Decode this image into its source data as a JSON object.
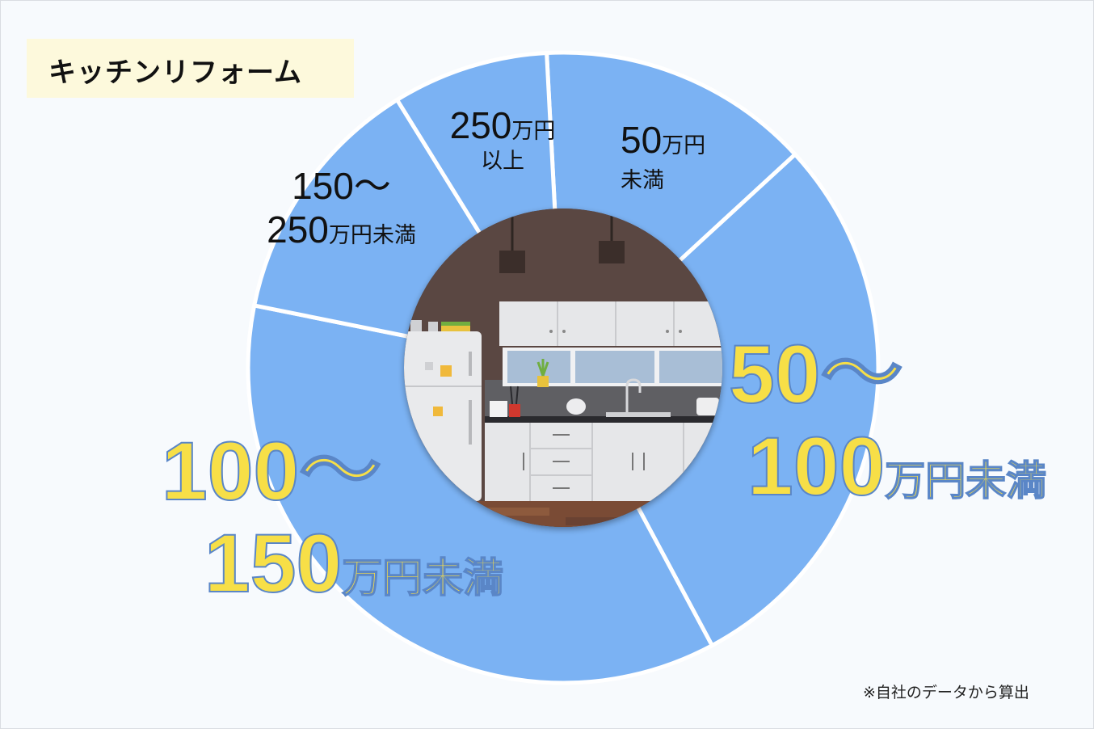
{
  "title": "キッチンリフォーム",
  "footnote": "※自社のデータから算出",
  "colors": {
    "slice": "#7bb2f3",
    "separator": "#ffffff",
    "highlight_text": "#f7df47",
    "highlight_outline": "#5a86c7",
    "title_bg": "#fdf9dc"
  },
  "chart_data": {
    "type": "pie",
    "style": "donut",
    "legend": "none",
    "categories": [
      "50万円未満",
      "50〜100万円未満",
      "100〜150万円未満",
      "150〜250万円未満",
      "250万円以上"
    ],
    "values": [
      14,
      29,
      36,
      13,
      8
    ],
    "label_parts": [
      {
        "num": "50",
        "unit": "万円",
        "sub": "未満"
      },
      {
        "num": "50〜",
        "num2": "100",
        "unit": "万円未満"
      },
      {
        "num": "100〜",
        "num2": "150",
        "unit": "万円未満"
      },
      {
        "num": "150〜",
        "num2": "250",
        "unit": "万円未満"
      },
      {
        "num": "250",
        "unit": "万円",
        "sub": "以上"
      }
    ]
  },
  "center_image": "kitchen-illustration"
}
